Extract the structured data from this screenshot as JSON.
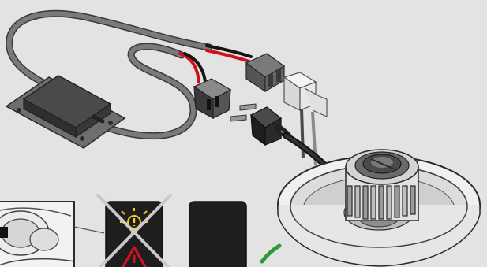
{
  "scene": {
    "kind": "installation-illustration",
    "colors": {
      "background": "#e3e3e3",
      "cable_gray": "#6e6e6e",
      "wire_red": "#d0111b",
      "wire_black": "#151515",
      "module_body": "#3d3d3d",
      "connector_gray": "#595959",
      "socket_white": "#eeeeee",
      "warning_yellow": "#f2d11a",
      "warning_red": "#d6121e",
      "cross_mark": "#c9c9c9",
      "check_green": "#2f9a3c"
    },
    "components": [
      {
        "name": "decoder-module",
        "icon": "box-icon"
      },
      {
        "name": "power-connector-plug",
        "icon": "plug-icon"
      },
      {
        "name": "led-bulb",
        "icon": "bulb-icon"
      },
      {
        "name": "headlight-housing-ring",
        "icon": "ring-icon"
      },
      {
        "name": "dashboard-inset",
        "icon": "steering-wheel-icon"
      },
      {
        "name": "warning-light-panel",
        "icon": "warning-light-icon",
        "state": "crossed-out"
      },
      {
        "name": "blank-dashboard-panel",
        "icon": "blank-panel-icon"
      },
      {
        "name": "success-checkmark",
        "icon": "check-icon"
      }
    ]
  }
}
